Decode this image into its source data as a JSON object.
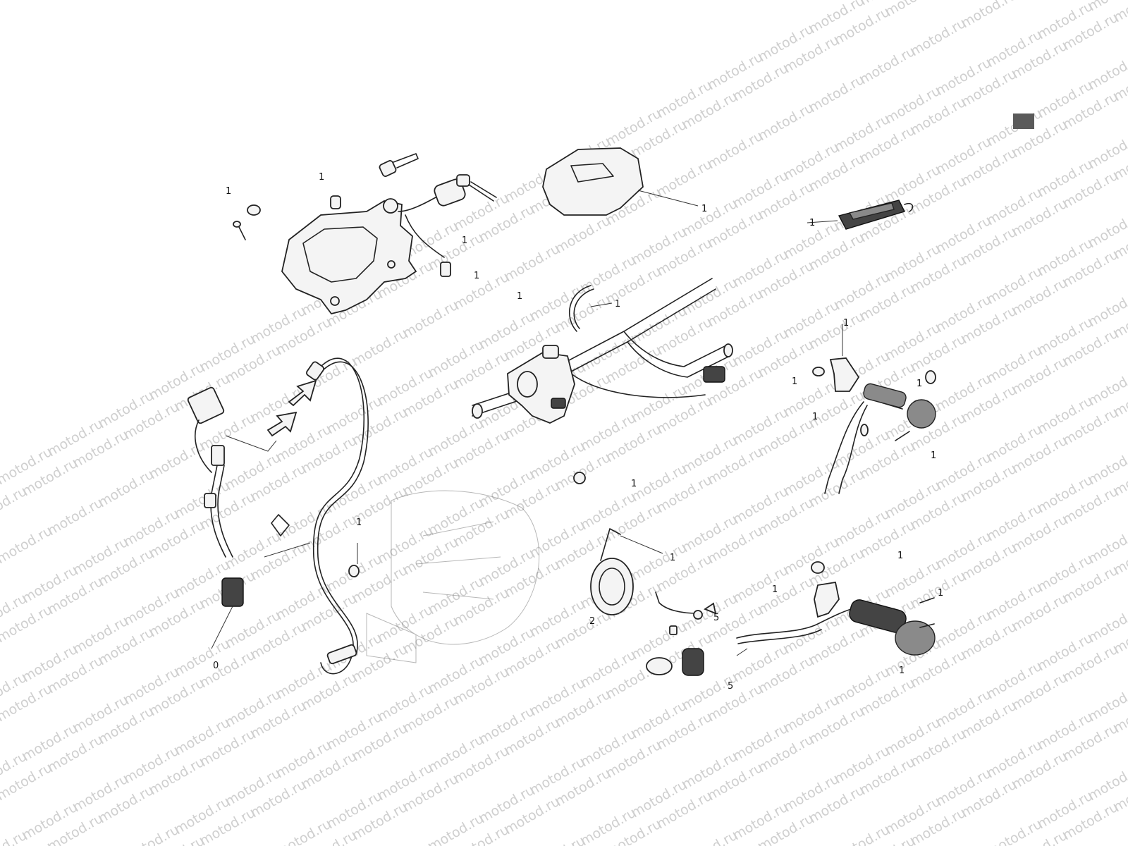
{
  "watermark": {
    "text": "motod.ru",
    "color": "#cfcfcf"
  },
  "callouts": {
    "c1": "1",
    "c2": "1",
    "c3": "1",
    "c4": "1",
    "c5": "1",
    "c6": "1",
    "c7": "1",
    "c8": "1",
    "c9": "1",
    "c10": "1",
    "c11": "1",
    "c12": "1",
    "c13": "1",
    "c14": "2",
    "c15": "5",
    "c16": "5",
    "c17": "1",
    "c18": "1",
    "c19": "1",
    "c20": "1",
    "c21": "0",
    "c22": "1",
    "c23": "1",
    "c24": "1"
  },
  "colors": {
    "line": "#222222",
    "corner_tab": "#5a5a5a"
  }
}
